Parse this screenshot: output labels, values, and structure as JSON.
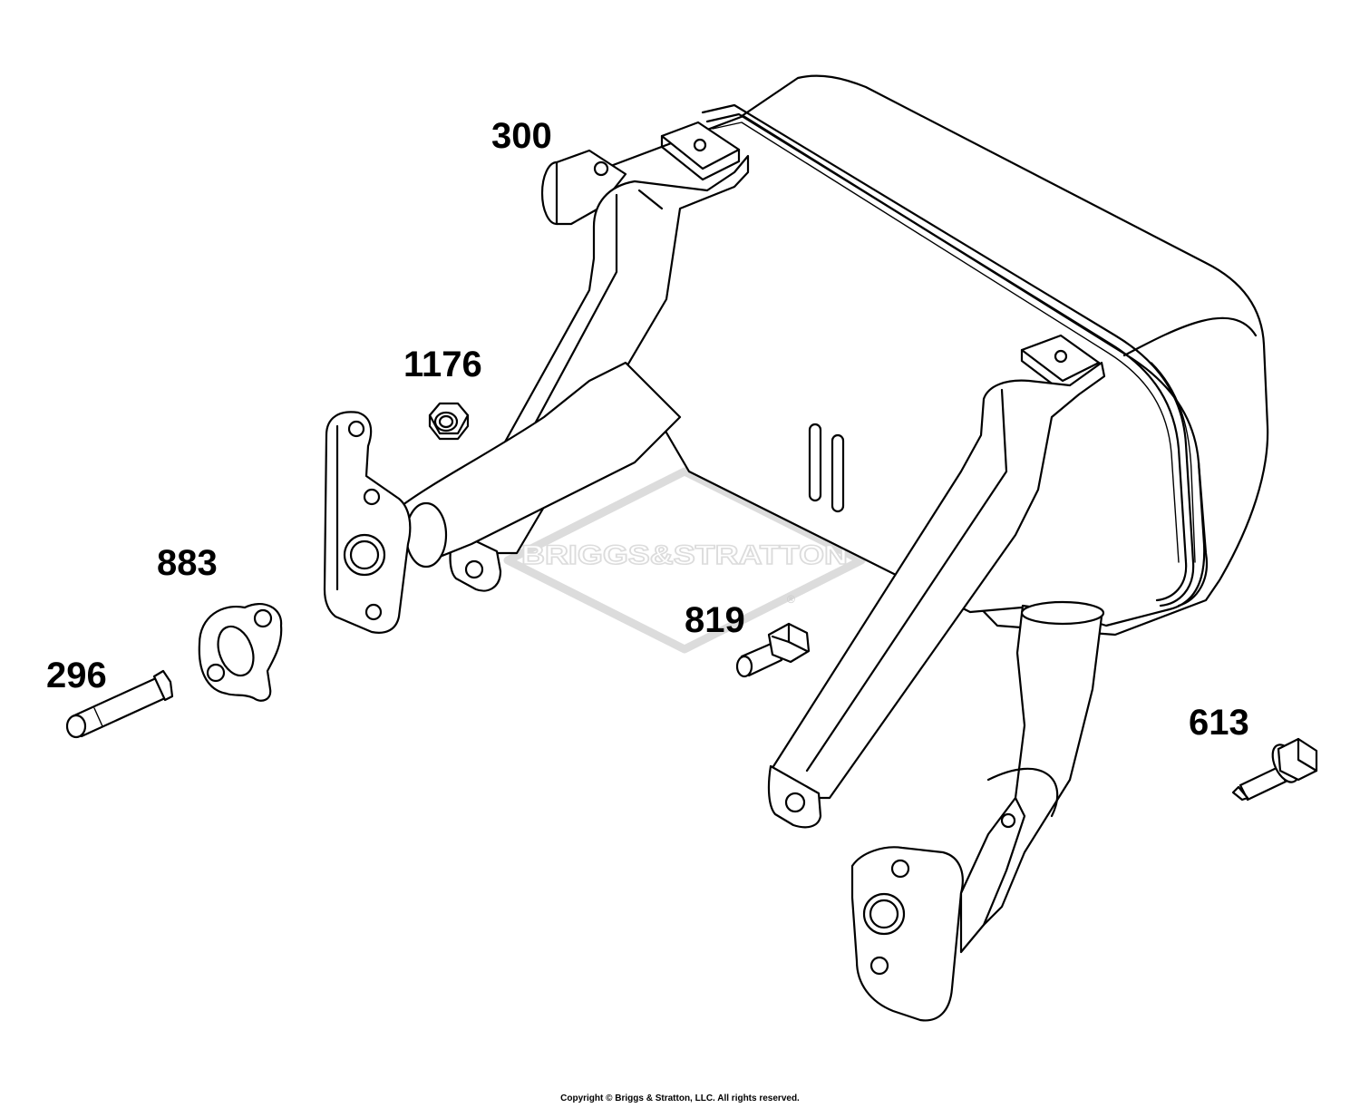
{
  "watermark": {
    "brand": "BRIGGS&STRATTON",
    "registered_mark": "®",
    "color": "#dcdcdc"
  },
  "parts": [
    {
      "id": "300",
      "label": "300",
      "name": "muffler"
    },
    {
      "id": "1176",
      "label": "1176",
      "name": "nut"
    },
    {
      "id": "883",
      "label": "883",
      "name": "gasket"
    },
    {
      "id": "296",
      "label": "296",
      "name": "stud"
    },
    {
      "id": "819",
      "label": "819",
      "name": "bolt"
    },
    {
      "id": "613",
      "label": "613",
      "name": "screw"
    }
  ],
  "copyright": "Copyright © Briggs & Stratton, LLC. All rights reserved."
}
